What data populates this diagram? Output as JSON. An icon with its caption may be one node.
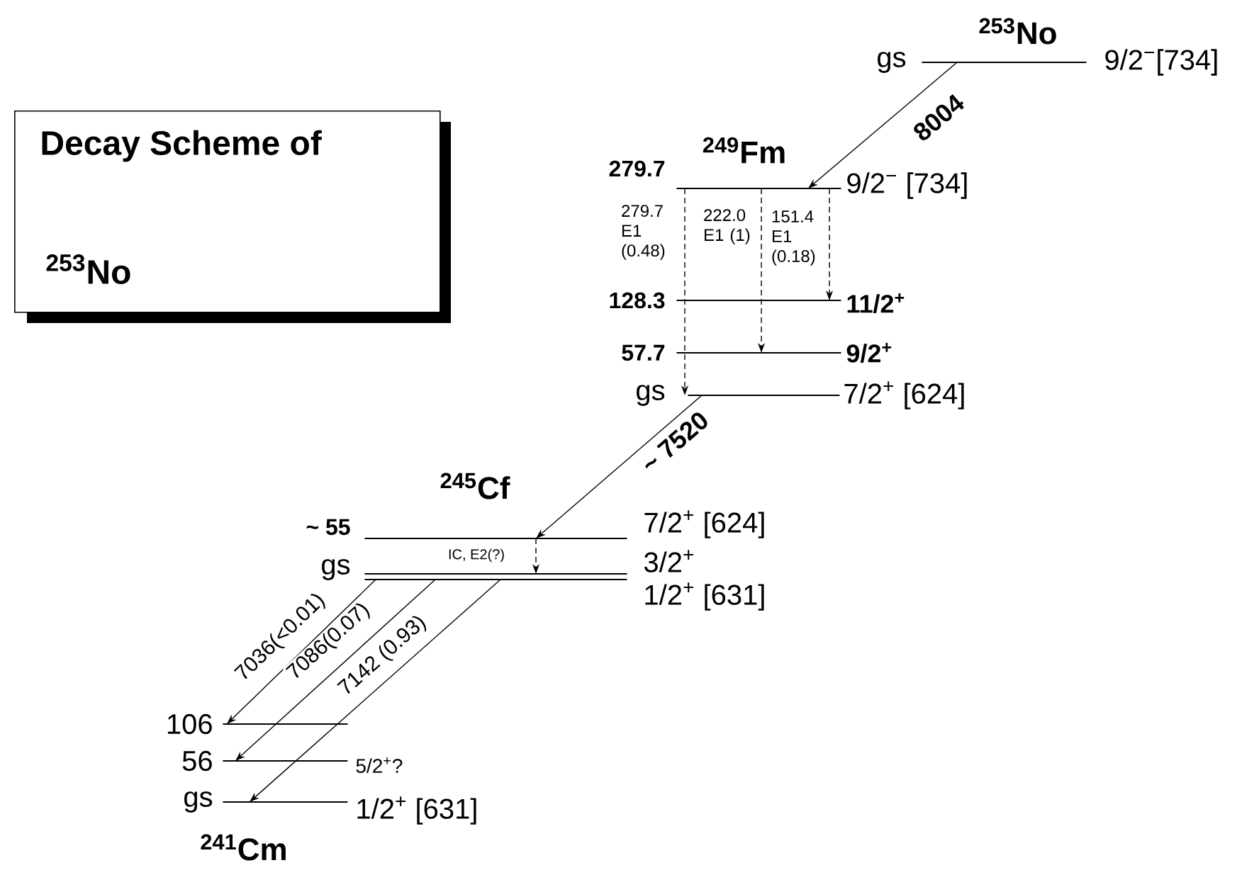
{
  "diagram": {
    "nodes": [
      {
        "text": [
          "Decay Scheme of",
          "$^{253}$No"
        ]
      },
      {
        "text": [],
        "shape": "bar",
        "beside": [
          "gs",
          "9/2$^{−}$[734]"
        ]
      },
      {
        "text": [],
        "shape": "bar",
        "beside": [
          "279.7",
          "9/2$^{−}$ [734]"
        ]
      },
      {
        "text": [],
        "shape": "bar",
        "beside": [
          "128.3",
          "11/2$^{+}$"
        ]
      },
      {
        "text": [],
        "shape": "bar",
        "beside": [
          "57.7",
          "9/2$^{+}$"
        ]
      },
      {
        "text": [],
        "shape": "bar",
        "beside": [
          "gs",
          "7/2$^{+}$ [624]"
        ]
      },
      {
        "text": [],
        "shape": "bar",
        "beside": [
          "~ 55",
          "7/2$^{+}$ [624]"
        ]
      },
      {
        "text": [],
        "shape": "bar",
        "beside": [
          "3/2$^{+}$"
        ]
      },
      {
        "text": [],
        "shape": "bar",
        "beside": [
          "gs",
          "1/2$^{+}$ [631]"
        ]
      },
      {
        "text": [],
        "shape": "bar",
        "beside": [
          "106"
        ]
      },
      {
        "text": [],
        "shape": "bar",
        "beside": [
          "56",
          "5/2$^{+}$?"
        ]
      },
      {
        "text": [],
        "shape": "bar",
        "beside": [
          "gs",
          "1/2$^{+}$ [631]"
        ]
      }
    ],
    "edges": [
      {
        "from": 1,
        "to": 2,
        "arrow": "to",
        "label": "8004"
      },
      {
        "from": 2,
        "to": 5,
        "arrow": "to",
        "style": "dashed",
        "label": "279.7 E1 (0.48)"
      },
      {
        "from": 2,
        "to": 4,
        "arrow": "to",
        "style": "dashed",
        "label": "222.0 E1 (1)"
      },
      {
        "from": 2,
        "to": 3,
        "arrow": "to",
        "style": "dashed",
        "label": "151.4 E1 (0.18)"
      },
      {
        "from": 5,
        "to": 6,
        "arrow": "to",
        "label": "~ 7520"
      },
      {
        "from": 6,
        "to": 7,
        "arrow": "to",
        "style": "dashed",
        "label": "IC, E2(?)"
      },
      {
        "from": 8,
        "to": 9,
        "arrow": "to",
        "label": "7036(<0.01)"
      },
      {
        "from": 8,
        "to": 10,
        "arrow": "to",
        "label": "7086(0.07)"
      },
      {
        "from": 8,
        "to": 11,
        "arrow": "to",
        "label": "7142 (0.93)"
      }
    ],
    "labels": [
      "$^{253}$No",
      "$^{249}$Fm",
      "$^{245}$Cf",
      "$^{241}$Cm"
    ]
  }
}
